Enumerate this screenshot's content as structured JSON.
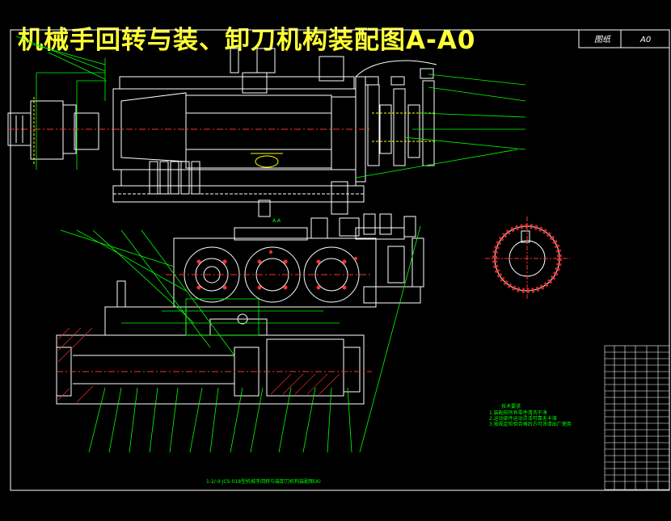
{
  "drawing": {
    "title": "机械手回转与装、卸刀机构装配图A-A0",
    "title_block": {
      "label": "图纸",
      "size": "A0"
    },
    "section_label": "A-A",
    "caption": "1-2/-9 JCS-018型机械手回转与装卸刀机构装配图(A)",
    "notes": {
      "heading": "技术要求",
      "lines": [
        "1.装配前所有零件清洗干净",
        "2.运动部件运动灵活可靠无卡滞",
        "3.按规定检验合格后方可涂漆出厂使用"
      ]
    },
    "colors": {
      "background": "#000000",
      "title": "#ffff33",
      "outline": "#ffffff",
      "leader": "#00ff00",
      "section": "#ff3030",
      "hidden": "#ffff00"
    }
  }
}
